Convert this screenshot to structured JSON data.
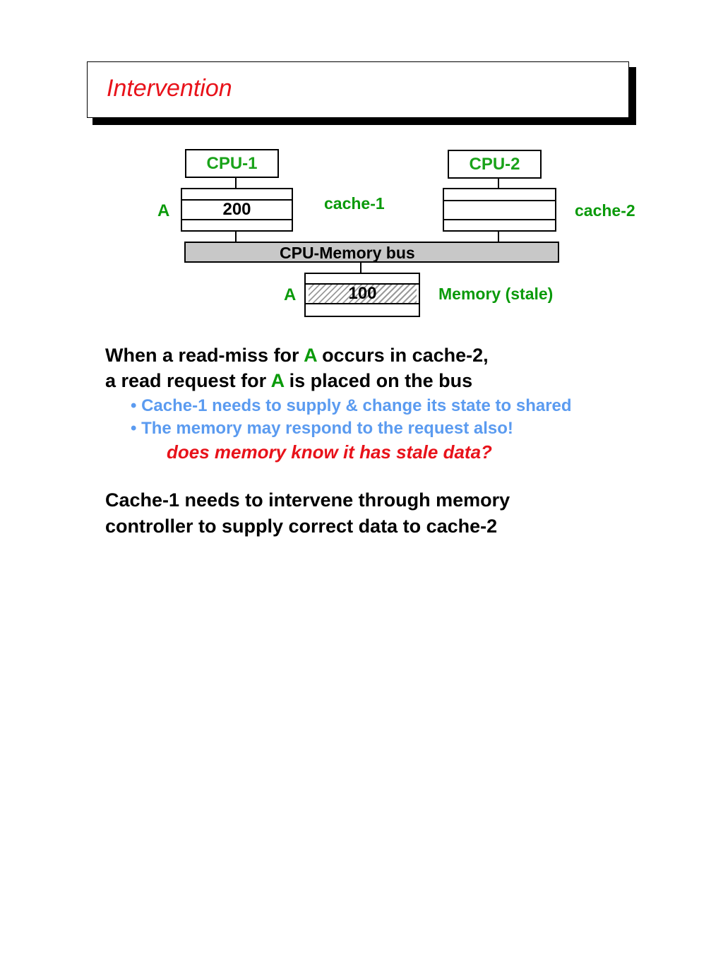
{
  "title": "Intervention",
  "diagram": {
    "cpu1": {
      "label": "CPU-1"
    },
    "cpu2": {
      "label": "CPU-2"
    },
    "cache1": {
      "label": "cache-1",
      "address": "A",
      "value": "200"
    },
    "cache2": {
      "label": "cache-2"
    },
    "bus": {
      "label": "CPU-Memory bus"
    },
    "memory": {
      "label": "Memory (stale)",
      "address": "A",
      "value": "100"
    }
  },
  "body": {
    "line1": {
      "before": "When a read-miss for ",
      "highlight": "A",
      "after": " occurs in cache-2,"
    },
    "line2": {
      "before": "a read request for ",
      "highlight": "A",
      "after": " is placed on the bus"
    },
    "bullets": [
      "• Cache-1 needs to supply & change its state to shared",
      "• The memory may respond to the request also!"
    ],
    "question": "does memory know it has stale data?",
    "conclusion": [
      "Cache-1 needs to intervene through memory",
      "controller to supply correct data to cache-2"
    ]
  },
  "colors": {
    "title": "#e8121a",
    "green_label": "#0a9a0a",
    "bullet_blue": "#5b9bf0",
    "question_red": "#e8121a",
    "bus_gray": "#c8c8c8"
  }
}
